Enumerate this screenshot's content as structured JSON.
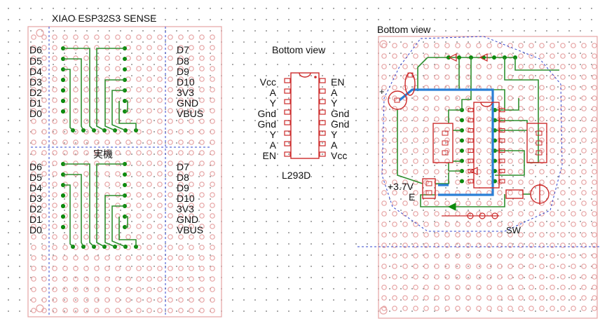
{
  "colors": {
    "pad": "#e6a3a3",
    "trace": "#2f8f2f",
    "jumper": "#2a7fd6",
    "outline": "#3344cc",
    "component": "#cc2a2a",
    "via": "#0d8a0d"
  },
  "left_board": {
    "title": "XIAO ESP32S3 SENSE",
    "left_pins_top": [
      "D6",
      "D5",
      "D4",
      "D3",
      "D2",
      "D1",
      "D0"
    ],
    "right_pins_top": [
      "D7",
      "D8",
      "D9",
      "D10",
      "3V3",
      "GND",
      "VBUS"
    ],
    "section_label": "実機",
    "left_pins_bottom": [
      "D6",
      "D5",
      "D4",
      "D3",
      "D2",
      "D1",
      "D0"
    ],
    "right_pins_bottom": [
      "D7",
      "D8",
      "D9",
      "D10",
      "3V3",
      "GND",
      "VBUS"
    ]
  },
  "chip": {
    "title": "Bottom view",
    "name": "L293D",
    "left_pins": [
      "Vcc",
      "A",
      "Y",
      "Gnd",
      "Gnd",
      "Y",
      "A",
      "EN"
    ],
    "right_pins": [
      "EN",
      "A",
      "Y",
      "Gnd",
      "Gnd",
      "Y",
      "A",
      "Vcc"
    ]
  },
  "right_board": {
    "title": "Bottom view",
    "battery_positive": "+3.7V",
    "battery_negative": "E",
    "switch_label": "SW",
    "plus_sign": "+"
  }
}
